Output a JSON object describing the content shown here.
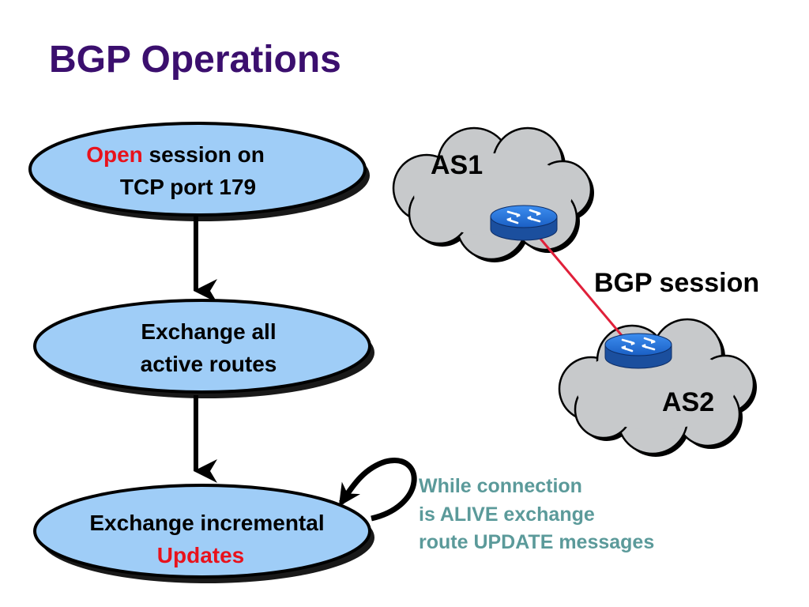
{
  "title": "BGP Operations",
  "flow": {
    "step1": {
      "highlight": "Open",
      "line1_rest": " session on",
      "line2": "TCP port 179"
    },
    "step2": {
      "line1": "Exchange all",
      "line2": "active routes"
    },
    "step3": {
      "line1": "Exchange incremental",
      "highlight": "Updates"
    }
  },
  "network": {
    "as1_label": "AS1",
    "as2_label": "AS2",
    "session_label": "BGP session"
  },
  "note": {
    "line1": "While connection",
    "line2": "is ALIVE exchange",
    "line3": "route UPDATE messages"
  },
  "colors": {
    "title": "#3b0f6e",
    "highlight": "#e8121c",
    "ellipse_fill": "#9fcdf7",
    "cloud_fill": "#c7c9cb",
    "router": "#1f6fd6",
    "session_link": "#e0203a",
    "note": "#5b9a9a"
  },
  "icons": [
    "router-icon",
    "cloud-icon"
  ]
}
